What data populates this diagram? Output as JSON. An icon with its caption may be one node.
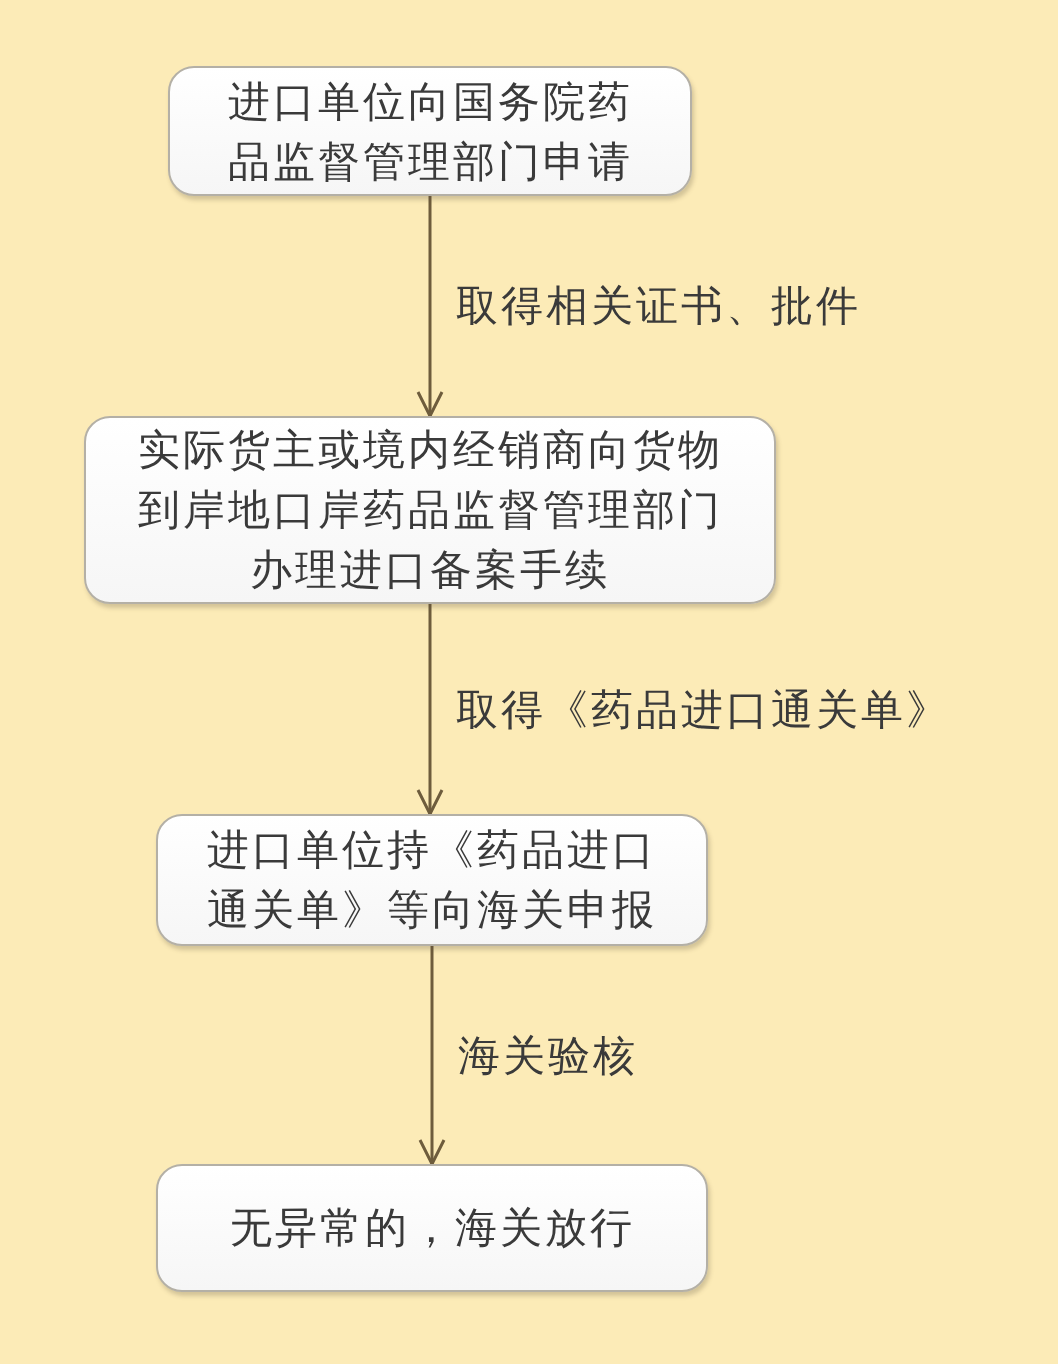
{
  "diagram": {
    "nodes": [
      {
        "text": [
          "进口单位向国务院药品监督管理部门申请"
        ]
      },
      {
        "text": [
          "实际货主或境内经销商向货物到岸地口岸药品监督管理部门办理进口备案手续"
        ]
      },
      {
        "text": [
          "进口单位持《药品进口通关单》等向海关申报"
        ]
      },
      {
        "text": [
          "无异常的，海关放行"
        ]
      }
    ],
    "edges": [
      {
        "from": 0,
        "to": 1,
        "arrow": "to",
        "label": "取得相关证书、批件"
      },
      {
        "from": 1,
        "to": 2,
        "arrow": "to",
        "label": "取得《药品进口通关单》"
      },
      {
        "from": 2,
        "to": 3,
        "arrow": "to",
        "label": "海关验核"
      }
    ]
  }
}
